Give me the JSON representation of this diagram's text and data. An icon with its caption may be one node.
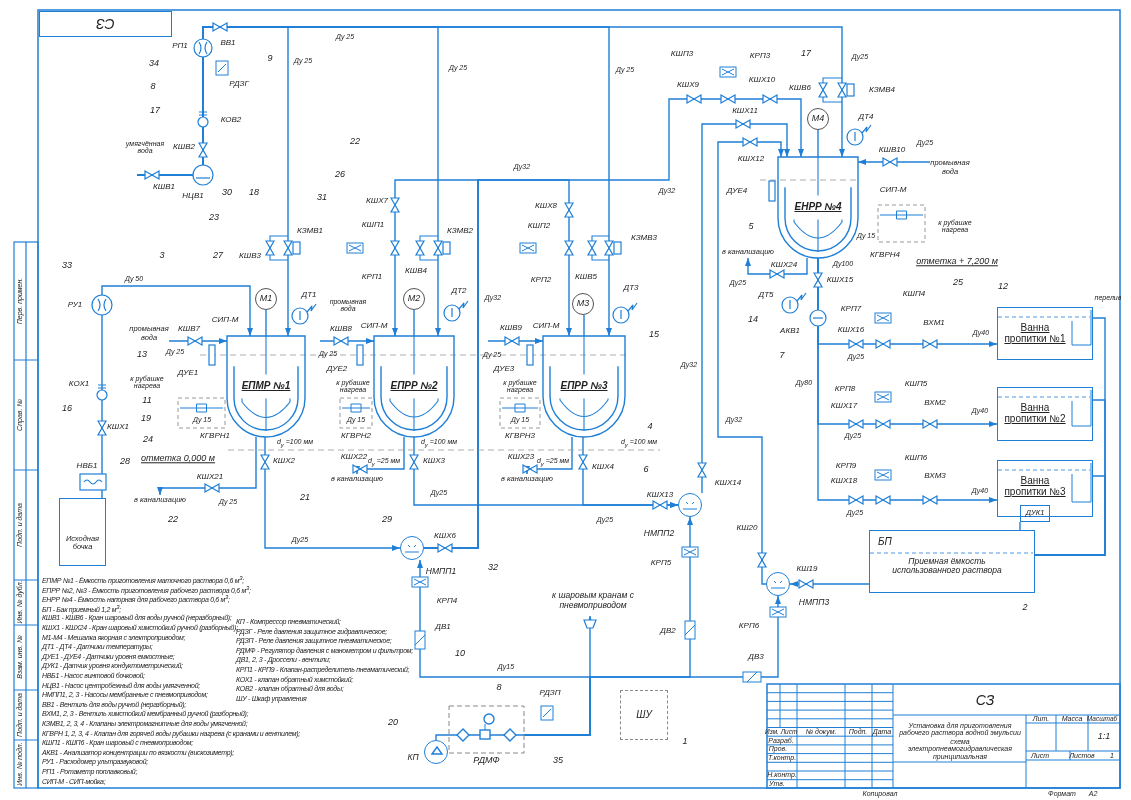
{
  "diagram": {
    "nodes": [
      {
        "text": [
          "ЕПМР №1"
        ]
      },
      {
        "text": [
          "ЕПРР №2"
        ]
      },
      {
        "text": [
          "ЕПРР №3"
        ]
      },
      {
        "text": [
          "ЕНРР №4"
        ]
      },
      {
        "text": [
          "Ванна пропитки №1"
        ]
      },
      {
        "text": [
          "Ванна пропитки №2"
        ]
      },
      {
        "text": [
          "Ванна пропитки №3"
        ]
      },
      {
        "text": [
          "БП",
          "Приемная ёмкость использованного раствора"
        ]
      },
      {
        "text": [
          "ДУК1"
        ]
      },
      {
        "text": [
          "Исходная бочка"
        ]
      },
      {
        "text": [
          "М1"
        ]
      },
      {
        "text": [
          "М2"
        ]
      },
      {
        "text": [
          "М3"
        ]
      },
      {
        "text": [
          "М4"
        ]
      },
      {
        "text": [
          "ШУ"
        ]
      },
      {
        "text": [
          "РДМФ"
        ]
      },
      {
        "text": [],
        "shape": "circle",
        "beside": [
          "КП"
        ]
      },
      {
        "text": [
          "к шаровым кранам с пневмоприводом"
        ]
      },
      {
        "text": [
          "СЗ"
        ]
      },
      {
        "text": [
          "промывная вода"
        ]
      },
      {
        "text": [
          "промывная вода"
        ]
      },
      {
        "text": [
          "в канализацию"
        ]
      },
      {
        "text": [
          "в канализацию"
        ]
      },
      {
        "text": [
          "в канализацию"
        ]
      },
      {
        "text": [
          "в канализацию"
        ]
      },
      {
        "text": [],
        "shape": "circle",
        "beside": [
          "НМПП1"
        ]
      },
      {
        "text": [],
        "shape": "circle",
        "beside": [
          "НМПП2"
        ]
      },
      {
        "text": [],
        "shape": "circle",
        "beside": [
          "НМПП3"
        ]
      }
    ],
    "edges": [
      {
        "from": 10,
        "to": 0,
        "arrow": "none"
      },
      {
        "from": 11,
        "to": 1,
        "arrow": "none"
      },
      {
        "from": 12,
        "to": 2,
        "arrow": "none"
      },
      {
        "from": 13,
        "to": 3,
        "arrow": "none"
      },
      {
        "from": 9,
        "to": 0,
        "arrow": "to"
      },
      {
        "from": null,
        "to": 0,
        "arrow": "to"
      },
      {
        "from": null,
        "to": 1,
        "arrow": "to"
      },
      {
        "from": null,
        "to": 2,
        "arrow": "to"
      },
      {
        "from": null,
        "to": 3,
        "arrow": "to"
      },
      {
        "from": 19,
        "to": 0,
        "arrow": "to"
      },
      {
        "from": null,
        "to": 1,
        "arrow": "to"
      },
      {
        "from": null,
        "to": 2,
        "arrow": "to"
      },
      {
        "from": 20,
        "to": 3,
        "arrow": "to"
      },
      {
        "from": 0,
        "to": 21,
        "arrow": "to"
      },
      {
        "from": 1,
        "to": 22,
        "arrow": "to"
      },
      {
        "from": 2,
        "to": 23,
        "arrow": "to"
      },
      {
        "from": 3,
        "to": 24,
        "arrow": "to"
      },
      {
        "from": 0,
        "to": 25,
        "arrow": "to"
      },
      {
        "from": 25,
        "to": 1,
        "arrow": "to"
      },
      {
        "from": 25,
        "to": 2,
        "arrow": "to"
      },
      {
        "from": 25,
        "to": 3,
        "arrow": "to"
      },
      {
        "from": 1,
        "to": 26,
        "arrow": "to"
      },
      {
        "from": 2,
        "to": 26,
        "arrow": "to"
      },
      {
        "from": 26,
        "to": 3,
        "arrow": "to"
      },
      {
        "from": 7,
        "to": 27,
        "arrow": "to"
      },
      {
        "from": 27,
        "to": 3,
        "arrow": "to"
      },
      {
        "from": 3,
        "to": 4,
        "arrow": "to"
      },
      {
        "from": 3,
        "to": 5,
        "arrow": "to"
      },
      {
        "from": 3,
        "to": 6,
        "arrow": "to"
      },
      {
        "from": 4,
        "to": 7,
        "arrow": "none"
      },
      {
        "from": 5,
        "to": 7,
        "arrow": "none"
      },
      {
        "from": 6,
        "to": 7,
        "arrow": "none"
      },
      {
        "from": 16,
        "to": 15,
        "arrow": "none"
      },
      {
        "from": 15,
        "to": 17,
        "arrow": "to"
      },
      {
        "from": 15,
        "to": 25,
        "arrow": "to"
      },
      {
        "from": 15,
        "to": 26,
        "arrow": "to"
      },
      {
        "from": 15,
        "to": 27,
        "arrow": "to"
      },
      {
        "from": 8,
        "to": 7,
        "arrow": "none"
      }
    ],
    "labels": [
      "РП1",
      "ВВ1",
      "Ду 25",
      "9",
      "Ду 25",
      "КШП3",
      "КРП3",
      "17",
      "Ду25",
      "34",
      "Ду 25",
      "Ду 25",
      "8",
      "РДЗГ",
      "КШХ9",
      "КШХ10",
      "КШВ6",
      "КЗМВ4",
      "17",
      "КОВ2",
      "КШХ11",
      "ДТ4",
      "умягчённая вода",
      "КШВ2",
      "22",
      "КШВ10",
      "Ду25",
      "КШХ12",
      "26",
      "Ду32",
      "КШВ1",
      "НЦВ1",
      "30",
      "18",
      "31",
      "КШХ7",
      "Ду32",
      "ДУЕ4",
      "СИП-М",
      "КШХ8",
      "23",
      "КЗМВ1",
      "КШП1",
      "КЗМВ2",
      "КШП2",
      "КЗМВ3",
      "5",
      "Ду 15",
      "к рубашке нагрева",
      "33",
      "3",
      "27",
      "КШВ3",
      "КШХ24",
      "Ду100",
      "КГВРН4",
      "отметка + 7,200 м",
      "Ду 50",
      "КРП1",
      "КШВ4",
      "КРП2",
      "КШВ5",
      "КШХ15",
      "ДТ1",
      "ДТ2",
      "Ду32",
      "ДТ3",
      "Ду25",
      "ДТ5",
      "КШП4",
      "25",
      "12",
      "РУ1",
      "промывная вода",
      "КРП7",
      "перелив",
      "КШВ7",
      "СИП-М",
      "КШВ8",
      "СИП-М",
      "КШВ9",
      "СИП-М",
      "15",
      "14",
      "АКВ1",
      "КШХ16",
      "ВХМ1",
      "Ду40",
      "13",
      "Ду 25",
      "Ду 25",
      "Ду 25",
      "7",
      "Ду25",
      "ДУЕ1",
      "ДУЕ2",
      "ДУЕ3",
      "Ду32",
      "КОХ1",
      "к рубашке нагрева",
      "к рубашке нагрева",
      "к рубашке нагрева",
      "Ду80",
      "КРП8",
      "КШП5",
      "16",
      "11",
      "КШХ17",
      "ВХМ2",
      "Ду40",
      "КШХ1",
      "19",
      "Ду 15",
      "Ду 15",
      "Ду 15",
      "4",
      "Ду32",
      "24",
      "КГВРН1",
      "d$_{у}$ =100 мм",
      "КГВРН2",
      "d$_{у}$ =100 мм",
      "КГВРН3",
      "d$_{у}$ =100 мм",
      "Ду25",
      "28",
      "отметка 0,000 м",
      "КШХ2",
      "КШХ22",
      "d$_{у}$ =25 мм",
      "КШХ3",
      "КШХ23",
      "d$_{у}$ =25 мм",
      "КШП6",
      "НВБ1",
      "КШХ4",
      "6",
      "КРП9",
      "КШХ21",
      "КШХ14",
      "КШХ18",
      "ВХМ3",
      "Ду 25",
      "21",
      "Ду25",
      "КШХ13",
      "Ду40",
      "22",
      "29",
      "Ду25",
      "Ду25",
      "Ду25",
      "КШХ6",
      "КШ20",
      "32",
      "КРП5",
      "КШ19",
      "КРП4",
      "2",
      "ДВ1",
      "ДВ2",
      "КРП6",
      "10",
      "ДВ3",
      "Ду15",
      "8",
      "РДЗП",
      "20",
      "1",
      "35",
      "Перв. примен.",
      "Справ. №",
      "Подп. и дата",
      "Инв. № дубл.",
      "Взам. инв. №",
      "Подп. и дата",
      "Инв. № подл.",
      "ЕПМР №1 - Ёмкость приготовления маточного раствора 0,6 м$^{3}$;",
      "ЕПРР №2, №3 - Ёмкость приготовления рабочего раствора 0,6 м$^{3}$;",
      "ЕНРР №4 - Ёмкость напорная для рабочего раствора 0,6 м$^{3}$;",
      "БП - Бак приемный 1,2 м$^{3}$;",
      "КШВ1 - КШВ6 - Кран шаровый для воды ручной (неразборный);",
      "КШХ1 - КШХ24 - Кран шаровый химстойкий ручной (разборный);",
      "М1-М4 - Мешалка якорная с электроприводом;",
      "ДТ1 - ДТ4 - Датчики температуры;",
      "ДУЕ1 - ДУЕ4 - Датчики уровня емкостные;",
      "ДУК1 - Датчик уровня кондуктометрический;",
      "НВБ1 - Насос винтовой бочковой;",
      "НЦВ1 - Насос центробежный для воды умягченной;",
      "НМПП1, 2, 3 - Насосы мембранные с пневмоприводом;",
      "ВВ1 - Вентиль для воды ручной (неразборный);",
      "ВХМ1, 2, 3 - Вентиль химстойкий мембранный ручной (разборный);",
      "КЗМВ1, 2, 3, 4 - Клапаны электромагнитные для воды умягченной;",
      "КГВРН 1, 2, 3, 4 - Клапан для горячей воды рубашки нагрева (с кранами и вентилем);",
      "КШП1 - КШП6 - Кран шаровый с пневмоприводом;",
      "АКВ1 - Анализатор концентрации по вязкости (вискозиметр);",
      "РУ1 - Расходомер ультразвуковой;",
      "РП1 - Ротаметр поплавковый;",
      "СИП-М - СИП-мойка;",
      "КП - Компрессор пневматический;",
      "РДЗГ - Реле давления защитное гидравлическое;",
      "РДЗП - Реле давления защитное пневматическое;",
      "РДМФ - Регулятор давления с манометром и фильтром;",
      "ДВ1, 2, 3 - Дроссели - вентили;",
      "КРП1 - КРП9 - Клапан-распределитель пневматический;",
      "КОХ1 - клапан обратный химстойкий;",
      "КОВ2 - клапан обратный для воды;",
      "ШУ - Шкаф управления",
      "СЗ",
      "Изм.",
      "Лист",
      "№ докум.",
      "Подп.",
      "Дата",
      "Разраб.",
      "Пров.",
      "Т.контр.",
      "Н.контр.",
      "Утв.",
      "Установка для приготовления рабочего раствора водной эмульсии",
      "схема электропневмогидравлическая принципиальная",
      "Лит.",
      "Масса",
      "Масштаб",
      "1:1",
      "Лист",
      "Листов",
      "1",
      "Копировал",
      "Формат",
      "А2"
    ]
  }
}
